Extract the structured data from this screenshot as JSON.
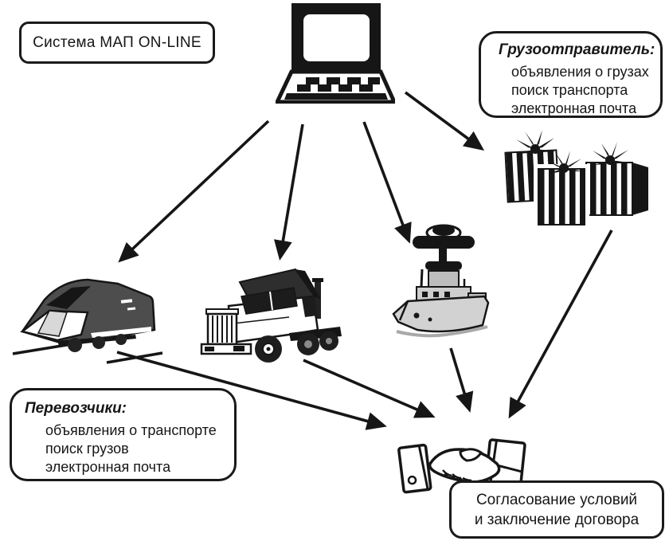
{
  "diagram": {
    "system_box": {
      "label": "Система МАП ON-LINE"
    },
    "shipper_box": {
      "title": "Грузоотправитель:",
      "lines": [
        "объявления о грузах",
        "поиск транспорта",
        "электронная почта"
      ]
    },
    "carriers_box": {
      "title": "Перевозчики:",
      "lines": [
        "объявления о транспорте",
        "поиск грузов",
        "электронная почта"
      ]
    },
    "agreement_box": {
      "lines": [
        "Согласование условий",
        "и заключение договора"
      ]
    },
    "nodes": {
      "computer": "computer-icon",
      "train": "train-icon",
      "truck": "truck-icon",
      "ship": "ship-icon",
      "cargo": "gift-boxes-icon",
      "handshake": "handshake-icon"
    },
    "arrows": [
      "computer-to-train",
      "computer-to-truck",
      "computer-to-ship",
      "computer-to-cargo",
      "train-to-handshake",
      "truck-to-handshake",
      "ship-to-handshake",
      "cargo-to-handshake"
    ],
    "colors": {
      "ink": "#161616",
      "paper": "#ffffff",
      "halftone": "#c9c9c9"
    }
  }
}
